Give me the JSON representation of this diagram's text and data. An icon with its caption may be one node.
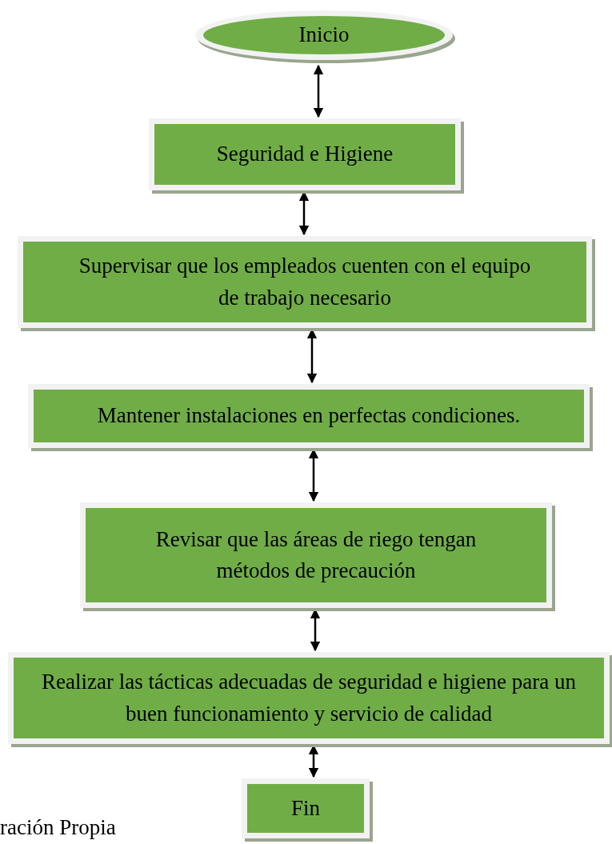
{
  "diagram": {
    "nodes": [
      {
        "text": [
          "Inicio"
        ]
      },
      {
        "text": [
          "Seguridad e Higiene"
        ]
      },
      {
        "text": [
          "Supervisar que los empleados cuenten con el equipo de trabajo necesario"
        ]
      },
      {
        "text": [
          "Mantener instalaciones en perfectas condiciones."
        ]
      },
      {
        "text": [
          "Revisar que las áreas de riego tengan métodos de precaución"
        ]
      },
      {
        "text": [
          "Realizar las tácticas adecuadas de seguridad e higiene para un buen funcionamiento y servicio de calidad"
        ]
      },
      {
        "text": [
          "Fin"
        ]
      }
    ],
    "edges": [
      {
        "from": 0,
        "to": 1,
        "arrow": "both"
      },
      {
        "from": 1,
        "to": 2,
        "arrow": "both"
      },
      {
        "from": 2,
        "to": 3,
        "arrow": "both"
      },
      {
        "from": 3,
        "to": 4,
        "arrow": "both"
      },
      {
        "from": 4,
        "to": 5,
        "arrow": "both"
      },
      {
        "from": 5,
        "to": 6,
        "arrow": "both"
      }
    ],
    "labels": [
      "ración Propia"
    ]
  }
}
